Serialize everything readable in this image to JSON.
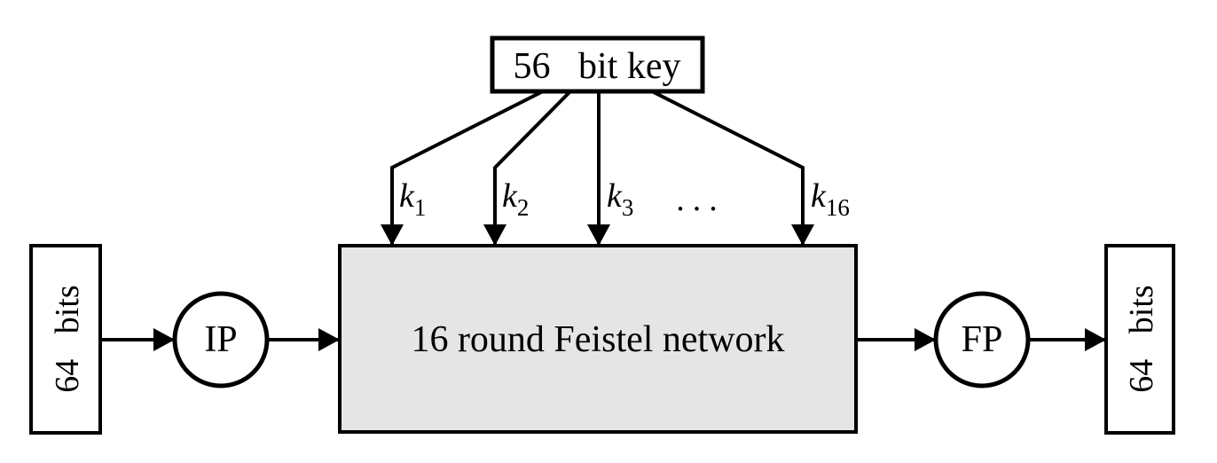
{
  "diagram": {
    "key_box": {
      "label": "56   bit key"
    },
    "subkeys": [
      {
        "base": "k",
        "sub": "1"
      },
      {
        "base": "k",
        "sub": "2"
      },
      {
        "base": "k",
        "sub": "3"
      },
      {
        "base": "k",
        "sub": "16"
      }
    ],
    "ellipsis": "...",
    "feistel_box": {
      "label": "16 round Feistel network",
      "fill": "#e5e5e5"
    },
    "input_box": {
      "label": "64   bits"
    },
    "ip_node": {
      "label": "IP"
    },
    "fp_node": {
      "label": "FP"
    },
    "output_box": {
      "label": "64   bits"
    },
    "colors": {
      "line": "#000000",
      "background": "#ffffff",
      "box_fill": "#e5e5e5"
    }
  }
}
